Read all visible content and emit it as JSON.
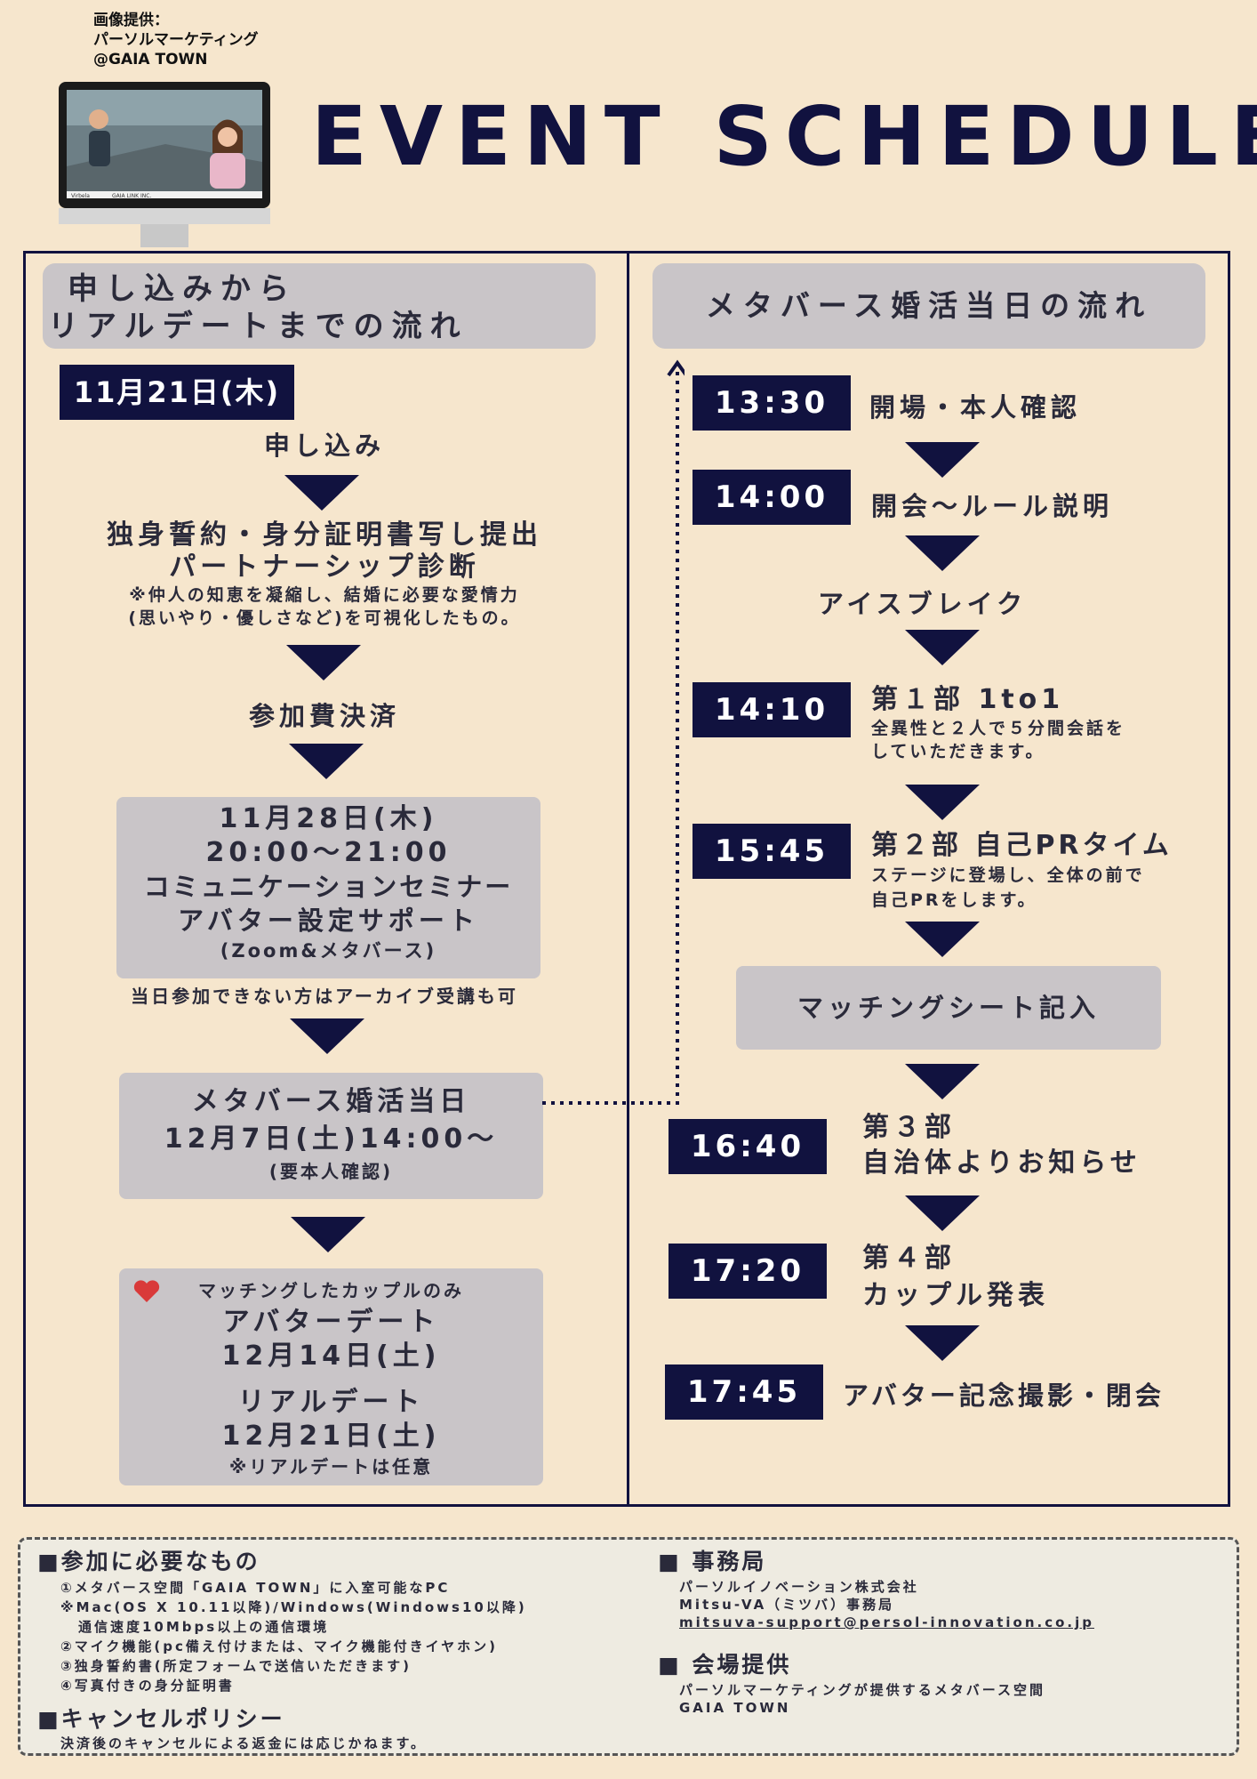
{
  "credit": {
    "line1": "画像提供：",
    "line2": "パーソルマーケティング",
    "line3": "@GAIA TOWN"
  },
  "title": "EVENT SCHEDULE",
  "left": {
    "heading_line1": "申し込みから",
    "heading_line2": "リアルデートまでの流れ",
    "date1": "11月21日(木)",
    "step_apply": "申し込み",
    "step_docs_line1": "独身誓約・身分証明書写し提出",
    "step_docs_line2": "パートナーシップ診断",
    "note_partnership_line1": "※仲人の知恵を凝縮し、結婚に必要な愛情力",
    "note_partnership_line2": "(思いやり・優しさなど)を可視化したもの。",
    "step_payment": "参加費決済",
    "seminar": {
      "date": "11月28日(木)",
      "time": "20:00〜21:00",
      "name": "コミュニケーションセミナー",
      "support": "アバター設定サポート",
      "mode": "(Zoom&メタバース)"
    },
    "seminar_note": "当日参加できない方はアーカイブ受講も可",
    "event_day": {
      "name": "メタバース婚活当日",
      "datetime": "12月7日(土)14:00〜",
      "note": "(要本人確認)"
    },
    "dates_box": {
      "couples_only": "マッチングしたカップルのみ",
      "avatar_date": "アバターデート",
      "avatar_date_day": "12月14日(土)",
      "real_date": "リアルデート",
      "real_date_day": "12月21日(土)",
      "real_date_note": "※リアルデートは任意"
    }
  },
  "right": {
    "heading": "メタバース婚活当日の流れ",
    "items": [
      {
        "time": "13:30",
        "label": "開場・本人確認"
      },
      {
        "time": "14:00",
        "label": "開会〜ルール説明"
      },
      {
        "time": "",
        "label": "アイスブレイク"
      },
      {
        "time": "14:10",
        "label": "第１部 1to1",
        "note1": "全異性と２人で５分間会話を",
        "note2": "していただきます。"
      },
      {
        "time": "15:45",
        "label": "第２部 自己PRタイム",
        "note1": "ステージに登場し、全体の前で",
        "note2": "自己PRをします。"
      },
      {
        "time": "",
        "label": "マッチングシート記入"
      },
      {
        "time": "16:40",
        "label": "第３部",
        "label2": "自治体よりお知らせ"
      },
      {
        "time": "17:20",
        "label": "第４部",
        "label2": "カップル発表"
      },
      {
        "time": "17:45",
        "label": "アバター記念撮影・閉会"
      }
    ]
  },
  "footer": {
    "requirements_title": "■参加に必要なもの",
    "req1": "①メタバース空間「GAIA TOWN」に入室可能なPC",
    "req1_note1": "※Mac(OS X 10.11以降)/Windows(Windows10以降)",
    "req1_note2": "通信速度10Mbps以上の通信環境",
    "req2": "②マイク機能(pc備え付けまたは、マイク機能付きイヤホン)",
    "req3": "③独身誓約書(所定フォームで送信いただきます)",
    "req4": "④写真付きの身分証明書",
    "cancel_title": "■キャンセルポリシー",
    "cancel_text": "決済後のキャンセルによる返金には応じかねます。",
    "office_title": "■ 事務局",
    "office_line1": "パーソルイノベーション株式会社",
    "office_line2": "Mitsu-VA（ミツバ）事務局",
    "office_email": "mitsuva-support@persol-innovation.co.jp",
    "venue_title": "■ 会場提供",
    "venue_line1": "パーソルマーケティングが提供するメタバース空間",
    "venue_line2": "GAIA TOWN"
  },
  "monitor": {
    "brand1": "Virbela",
    "brand2": "GAIA LINK INC."
  },
  "colors": {
    "background": "#f6e6cd",
    "navy": "#11123f",
    "gray_box": "#c9c5c8",
    "footer_bg": "#eeebe1",
    "heart": "#d93a3a"
  }
}
